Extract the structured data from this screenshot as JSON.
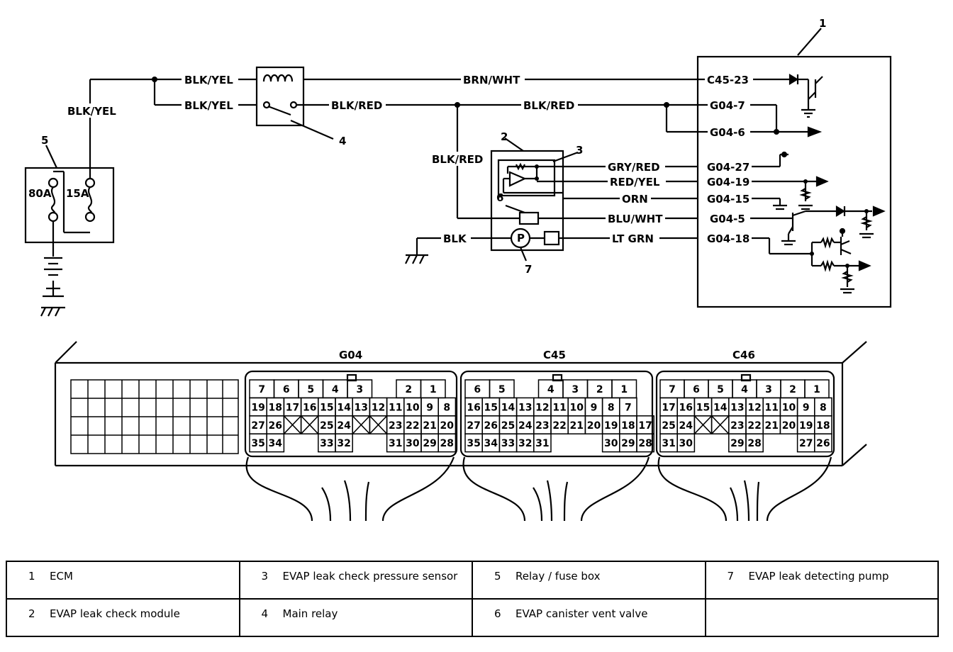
{
  "components": {
    "ecm": "1",
    "module": "2",
    "sensor": "3",
    "relay": "4",
    "fusebox": "5",
    "valve": "6",
    "pump": "7",
    "fuse_80": "80A",
    "fuse_15": "15A",
    "pump_symbol": "P"
  },
  "wires": {
    "blk_yel_vertical": "BLK/YEL",
    "blk_yel_top": "BLK/YEL",
    "blk_yel_bottom": "BLK/YEL",
    "brn_wht": "BRN/WHT",
    "blk_red_1": "BLK/RED",
    "blk_red_2": "BLK/RED",
    "blk_red_down": "BLK/RED",
    "gry_red": "GRY/RED",
    "red_yel": "RED/YEL",
    "orn": "ORN",
    "blu_wht": "BLU/WHT",
    "blk": "BLK",
    "lt_grn": "LT GRN"
  },
  "terminals": [
    "C45-23",
    "G04-7",
    "G04-6",
    "G04-27",
    "G04-19",
    "G04-15",
    "G04-5",
    "G04-18"
  ],
  "connectors": {
    "g04": {
      "name": "G04",
      "rows": [
        [
          "7",
          "6",
          "5",
          "4",
          "3",
          "",
          "2",
          "1"
        ],
        [
          "19",
          "18",
          "17",
          "16",
          "15",
          "14",
          "13",
          "12",
          "11",
          "10",
          "9",
          "8"
        ],
        [
          "27",
          "26",
          "",
          "",
          "25",
          "24",
          "",
          "",
          "23",
          "22",
          "21",
          "20"
        ],
        [
          "35",
          "34",
          "",
          "",
          "33",
          "32",
          "",
          "",
          "31",
          "30",
          "29",
          "28"
        ]
      ]
    },
    "c45": {
      "name": "C45",
      "rows": [
        [
          "6",
          "5",
          "",
          "4",
          "3",
          "2",
          "1"
        ],
        [
          "16",
          "15",
          "14",
          "13",
          "12",
          "11",
          "10",
          "9",
          "8",
          "7"
        ],
        [
          "27",
          "26",
          "25",
          "24",
          "23",
          "22",
          "21",
          "20",
          "19",
          "18",
          "17"
        ],
        [
          "35",
          "34",
          "33",
          "32",
          "31",
          "",
          "",
          "",
          "30",
          "29",
          "28"
        ]
      ]
    },
    "c46": {
      "name": "C46",
      "rows": [
        [
          "7",
          "6",
          "5",
          "4",
          "3",
          "2",
          "1"
        ],
        [
          "17",
          "16",
          "15",
          "14",
          "13",
          "12",
          "11",
          "10",
          "9",
          "8"
        ],
        [
          "25",
          "24",
          "",
          "",
          "23",
          "22",
          "21",
          "20",
          "19",
          "18"
        ],
        [
          "31",
          "30",
          "",
          "",
          "29",
          "28",
          "",
          "",
          "27",
          "26"
        ]
      ]
    }
  },
  "legend": [
    [
      {
        "num": "1",
        "text": "ECM"
      },
      {
        "num": "3",
        "text": "EVAP leak check pressure sensor"
      },
      {
        "num": "5",
        "text": "Relay / fuse box"
      },
      {
        "num": "7",
        "text": "EVAP leak detecting pump"
      }
    ],
    [
      {
        "num": "2",
        "text": "EVAP leak check module"
      },
      {
        "num": "4",
        "text": "Main relay"
      },
      {
        "num": "6",
        "text": "EVAP canister vent valve"
      },
      {
        "num": "",
        "text": ""
      }
    ]
  ]
}
